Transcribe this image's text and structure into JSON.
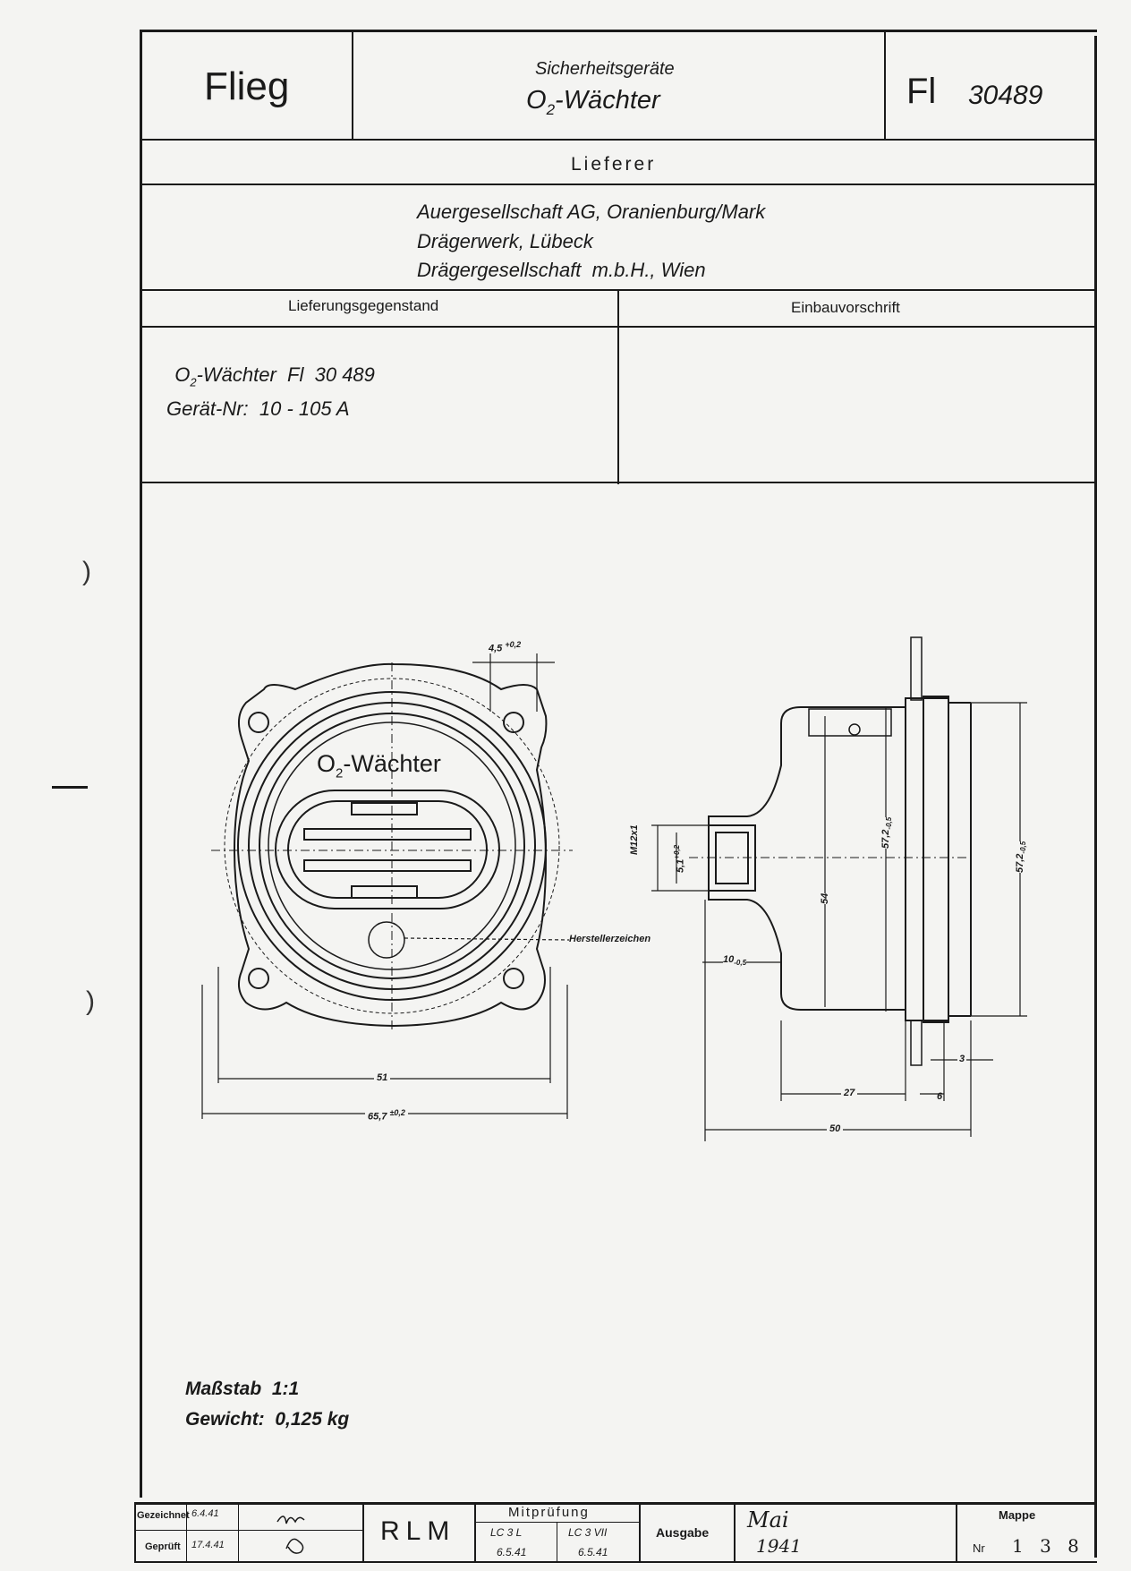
{
  "header": {
    "left_label": "Flieg",
    "category": "Sicherheitsgeräte",
    "title_prefix": "O",
    "title_sub": "2",
    "title_suffix": "-Wächter",
    "fl_label": "Fl",
    "fl_number": "30489"
  },
  "supplier": {
    "heading": "Lieferer",
    "lines": [
      "Auergesellschaft AG, Oranienburg/Mark",
      "Drägerwerk, Lübeck",
      "Drägergesellschaft  m.b.H., Wien"
    ]
  },
  "delivery": {
    "heading_left": "Lieferungsgegenstand",
    "heading_right": "Einbauvorschrift",
    "item_prefix": "O",
    "item_sub": "2",
    "item_suffix": "-Wächter  Fl  30 489",
    "device_no": "Gerät-Nr:  10 - 105 A"
  },
  "drawing": {
    "device_label_prefix": "O",
    "device_label_sub": "2",
    "device_label_suffix": "-Wächter",
    "maker_mark": "Herstellerzeichen",
    "dims_front": {
      "top_tab": "4,5",
      "top_tab_tol": "+0,2",
      "inner_width": "51",
      "outer_width": "65,7",
      "outer_width_tol": "±0,2"
    },
    "dims_side": {
      "thread": "M12x1",
      "bore": "5,1",
      "bore_tol": "+0,2",
      "body_dia": "54",
      "flange_dia_1": "57,2",
      "flange_dia_1_tol": "-0,5",
      "flange_dia_2": "57,2",
      "flange_dia_2_tol": "-0,5",
      "stub": "10",
      "stub_tol": "-0,5",
      "len_27": "27",
      "len_6": "6",
      "len_3": "3",
      "len_50": "50"
    }
  },
  "specs": {
    "scale_label": "Maßstab",
    "scale_value": "1:1",
    "weight_label": "Gewicht:",
    "weight_value": "0,125 kg"
  },
  "titleblock": {
    "drawn_label": "Gezeichnet",
    "drawn_date": "6.4.41",
    "checked_label": "Geprüft",
    "checked_date": "17.4.41",
    "org": "RLM",
    "co_check_label": "Mitprüfung",
    "co_check_1a": "LC 3 L",
    "co_check_1b": "6.5.41",
    "co_check_2a": "LC 3 VII",
    "co_check_2b": "6.5.41",
    "issue_label": "Ausgabe",
    "issue_month": "Mai",
    "issue_year": "1941",
    "folder_label": "Mappe",
    "folder_no_label": "Nr",
    "folder_no": "1 3 8"
  }
}
